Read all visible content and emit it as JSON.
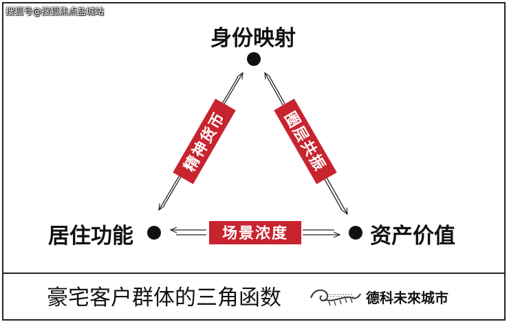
{
  "watermark": "搜狐号@搜狐焦点盐城站",
  "nodes": {
    "top": "身份映射",
    "left": "居住功能",
    "right": "资产价值"
  },
  "edges": {
    "left": "精神货币",
    "right": "圈层共振",
    "bottom": "场景浓度"
  },
  "footer": {
    "title": "豪宅客户群体的三角函数",
    "brand": "德科未來城市"
  },
  "colors": {
    "banner": "#c8242f",
    "ink": "#111111"
  }
}
